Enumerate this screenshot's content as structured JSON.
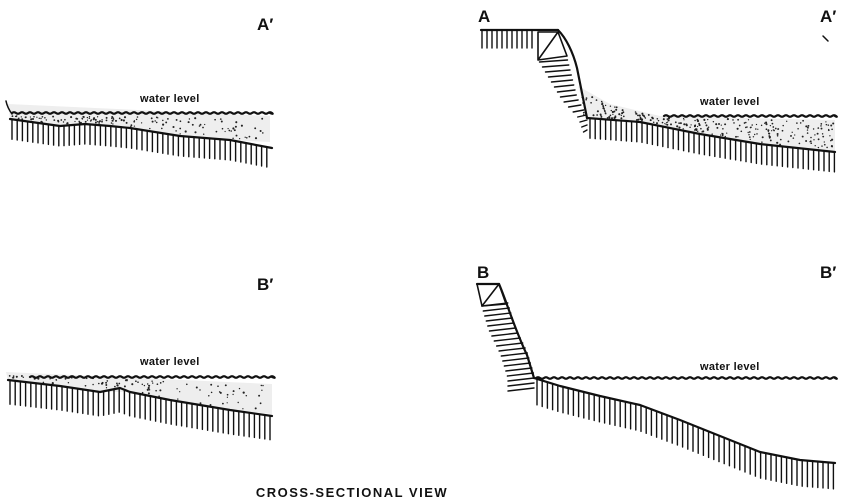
{
  "panels": [
    {
      "id": "top-left",
      "corner_label": "A′",
      "water_label": "water level"
    },
    {
      "id": "top-right",
      "left_label": "A",
      "corner_label": "A′",
      "water_label": "water level"
    },
    {
      "id": "bottom-left",
      "corner_label": "B′",
      "water_label": "water level"
    },
    {
      "id": "bottom-right",
      "left_label": "B",
      "corner_label": "B′",
      "water_label": "water level"
    }
  ],
  "caption": "CROSS-SECTIONAL VIEW",
  "colors": {
    "ink": "#111111",
    "background": "#ffffff"
  }
}
